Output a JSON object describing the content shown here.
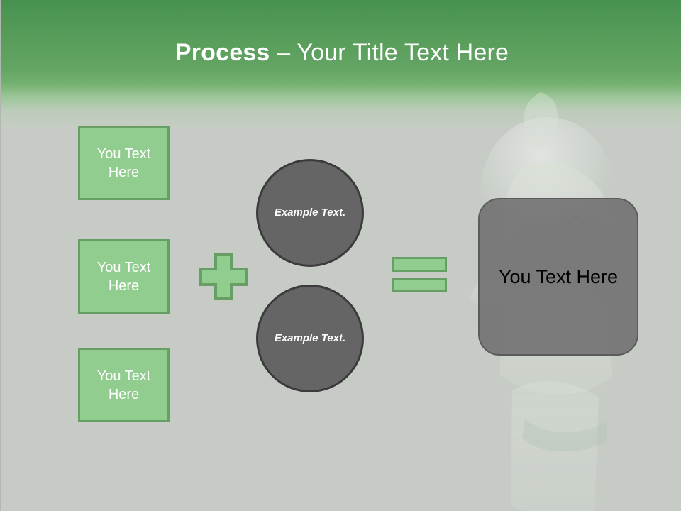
{
  "slide": {
    "title_strong": "Process",
    "title_rest": " – Your Title Text Here",
    "colors": {
      "header_green_top": "#479150",
      "header_green_mid": "#63a463",
      "background": "#c6ccc5",
      "accent_green_fill": "#90cd8e",
      "accent_green_border": "#669e63",
      "gray_fill": "#656565",
      "gray_border": "#3b3b3b",
      "result_fill": "#6e6e6e",
      "text_white": "#ffffff",
      "text_black": "#000000"
    }
  },
  "inputs": {
    "boxes": [
      {
        "label": "You Text Here"
      },
      {
        "label": "You Text Here"
      },
      {
        "label": "You Text Here"
      }
    ]
  },
  "operators": {
    "plus": "plus-sign",
    "equals": "equals-sign"
  },
  "circles": [
    {
      "label": "Example Text."
    },
    {
      "label": "Example Text."
    }
  ],
  "result": {
    "label": "You Text Here"
  }
}
